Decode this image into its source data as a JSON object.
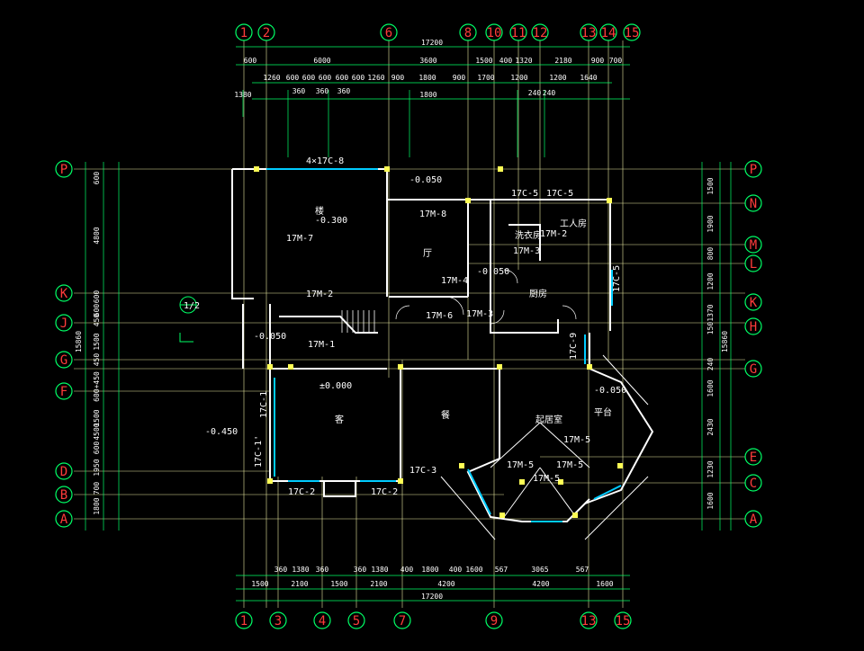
{
  "top_axes": [
    "1",
    "2",
    "6",
    "8",
    "10",
    "11",
    "12",
    "13",
    "14",
    "15"
  ],
  "bottom_axes": [
    "1",
    "3",
    "4",
    "5",
    "7",
    "9",
    "13",
    "15"
  ],
  "left_axes": [
    "P",
    "K",
    "J",
    "G",
    "F",
    "D",
    "B",
    "A"
  ],
  "right_axes": [
    "P",
    "N",
    "M",
    "L",
    "K",
    "H",
    "G",
    "E",
    "C",
    "A"
  ],
  "overall_dimension": "17200",
  "top_dims_row1": [
    "600",
    "6000",
    "3600",
    "1500",
    "400",
    "1320",
    "2180",
    "900",
    "700"
  ],
  "top_dims_row2": [
    "1260",
    "600",
    "600",
    "600",
    "600",
    "600",
    "1260",
    "900",
    "1800",
    "900",
    "1700",
    "1200",
    "1200",
    "1640"
  ],
  "top_dims_row3": [
    "360",
    "360",
    "360"
  ],
  "top_dims_misc": [
    "1380",
    "1800",
    "240",
    "240"
  ],
  "bottom_dims_row1": [
    "360",
    "1380",
    "360",
    "360",
    "1380",
    "400",
    "1800",
    "400",
    "1600",
    "567",
    "3065",
    "567"
  ],
  "bottom_dims_row2": [
    "1500",
    "2100",
    "1500",
    "2100",
    "4200",
    "4200",
    "1600"
  ],
  "left_dims": [
    "600",
    "4800",
    "600",
    "600",
    "450",
    "1500",
    "450",
    "600+450",
    "1500",
    "4500",
    "600",
    "1950",
    "700",
    "1800"
  ],
  "left_total": "15860",
  "right_dims": [
    "1500",
    "1900",
    "800",
    "1200",
    "1370",
    "150",
    "240",
    "1600",
    "2430",
    "1230",
    "1600"
  ],
  "right_total": "15860",
  "rooms": {
    "living": "客",
    "dining": "餐",
    "kitchen": "厨房",
    "hall": "厅",
    "top_room": "楼",
    "leisure": "起居室",
    "platform": "平台",
    "workroom": "工人房",
    "laundry": "洗衣房"
  },
  "elevations": [
    "-0.300",
    "-0.050",
    "±0.000",
    "-0.450",
    "-0.050",
    "-0.050",
    "-0.050"
  ],
  "door_tags": [
    "17M-7",
    "17M-8",
    "17M-4",
    "17M-2",
    "17M-1",
    "17M-3",
    "17M-6",
    "17M-5",
    "17M-5",
    "17M-5",
    "17M-5",
    "17M-2",
    "17M-3"
  ],
  "window_tags": [
    "4×17C-8",
    "17C-5",
    "17C-5",
    "17C-1'",
    "17C-1",
    "17C-2",
    "17C-2",
    "17C-3",
    "17C-9",
    "17C-5"
  ],
  "notes": [
    "1/2"
  ],
  "colors": {
    "grid_line": "#e8e8a0",
    "axis_bubble": "#00ff66",
    "wall": "#ffffff",
    "window": "#00ccff",
    "dimension_line": "#00ff66",
    "axis_label": "#ff3b3b",
    "hatch": "#ffff55"
  }
}
